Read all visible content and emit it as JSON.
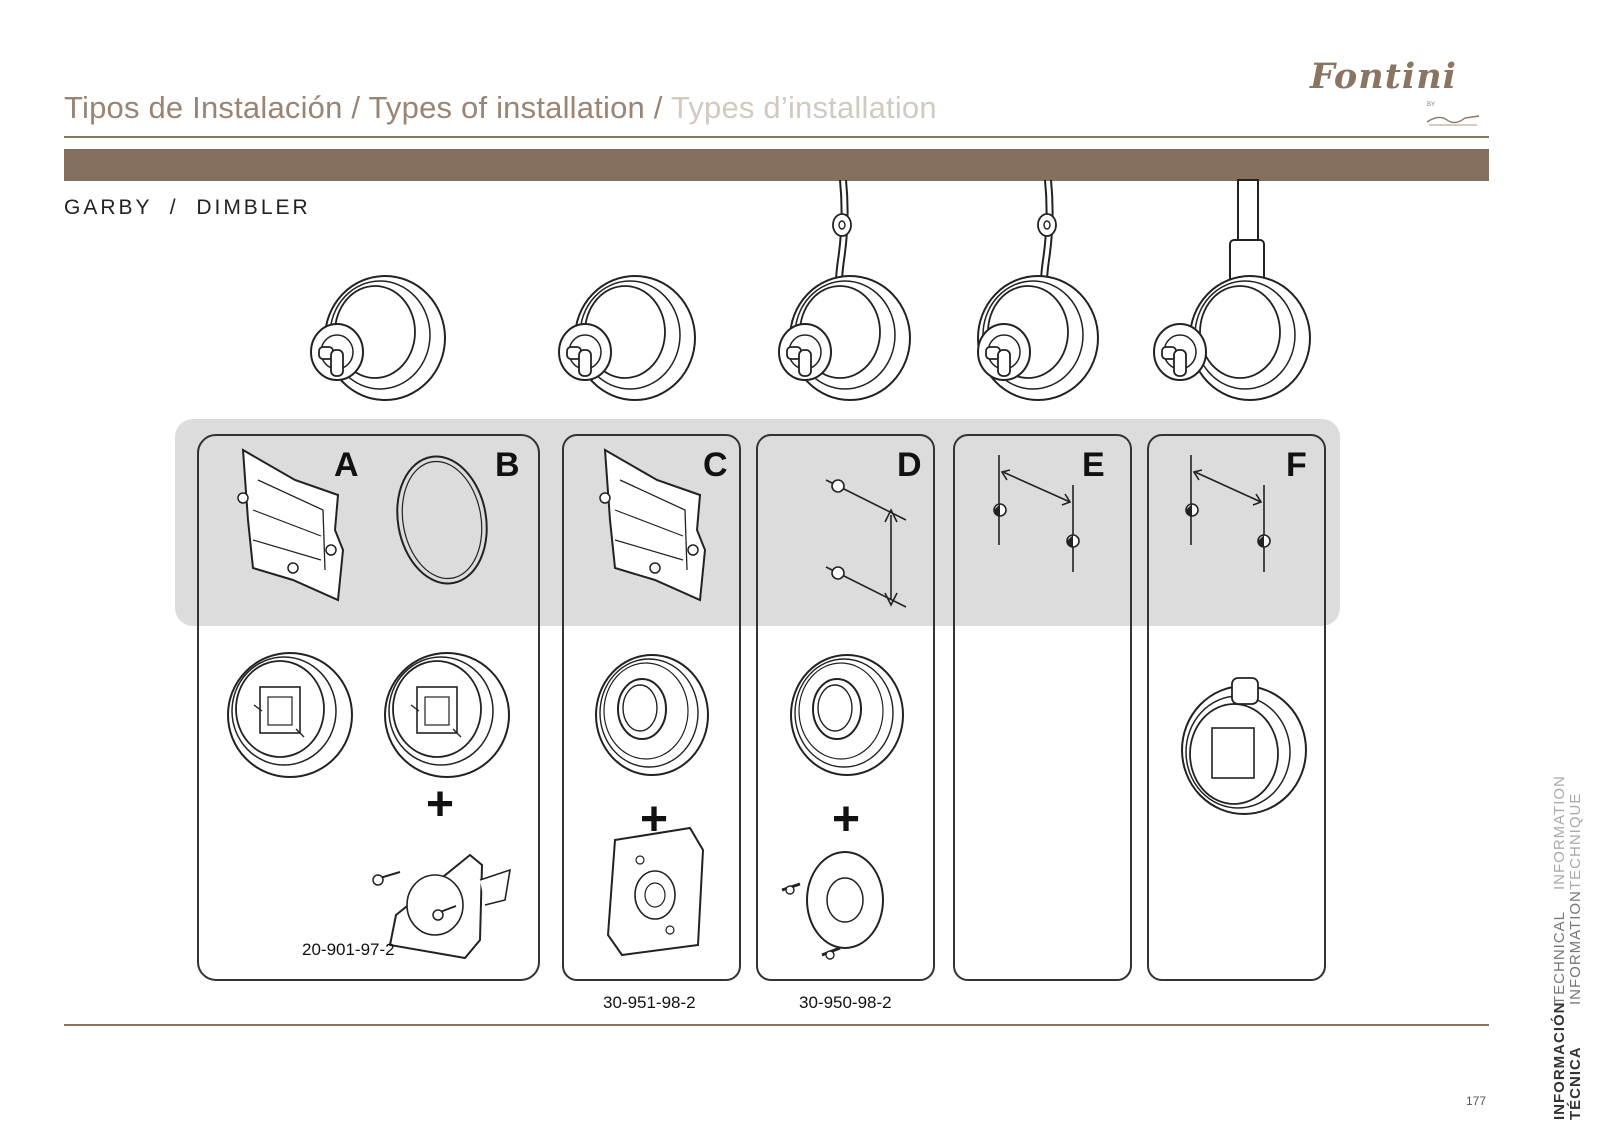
{
  "header": {
    "title_es": "Tipos de Instalación",
    "separator": "/",
    "title_en": "Types of installation",
    "title_fr": "Types d’installation",
    "brand": "Fontini",
    "brand_by": "BY"
  },
  "section": {
    "title": "GARBY  /  DIMBLER"
  },
  "panels": [
    {
      "letter": "A"
    },
    {
      "letter": "B"
    },
    {
      "letter": "C"
    },
    {
      "letter": "D"
    },
    {
      "letter": "E"
    },
    {
      "letter": "F"
    }
  ],
  "codes": {
    "ab": "20-901-97-2",
    "c": "30-951-98-2",
    "d": "30-950-98-2"
  },
  "plus": "+",
  "sidebar": {
    "es_line1": "INFORMACIÓN",
    "es_line2": "TÉCNICA",
    "en_line1": "TECHNICAL",
    "en_line2": "INFORMATION",
    "fr_line1": "INFORMATION",
    "fr_line2": "TECHNIQUE"
  },
  "footer": {
    "page_number": "177"
  },
  "colors": {
    "accent": "#85705f",
    "title": "#9a8473",
    "title_light": "#d2c9c1"
  }
}
